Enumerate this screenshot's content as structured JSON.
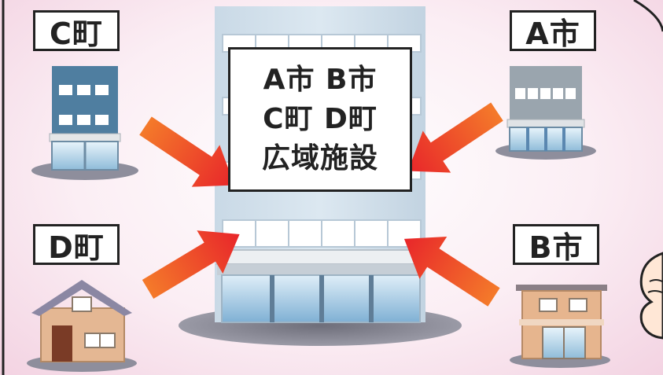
{
  "labels": {
    "town_c": "C町",
    "city_a": "A市",
    "town_d": "D町",
    "city_b": "B市"
  },
  "center": {
    "line1": "A市 B市",
    "line2": "C町 D町",
    "line3": "広域施設"
  },
  "colors": {
    "arrow_light": "#f47a2a",
    "arrow_dark": "#e8262a",
    "background_edge": "#f3d3e2",
    "central_building": "#d3e1ec"
  }
}
